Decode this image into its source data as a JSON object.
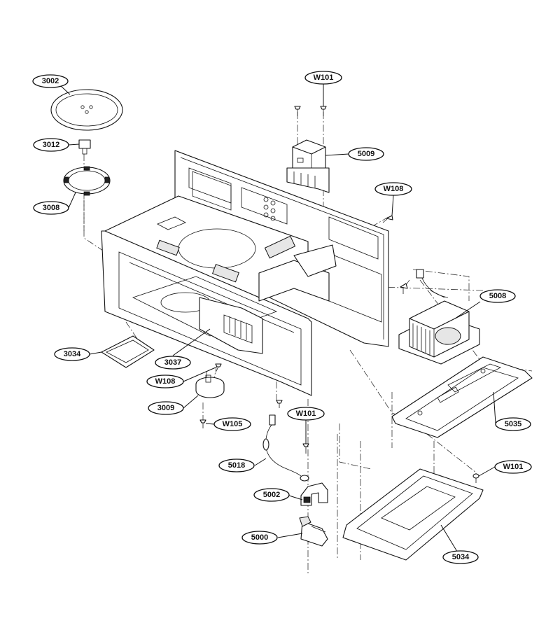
{
  "labels": [
    {
      "id": "3002",
      "text": "3002"
    },
    {
      "id": "3012",
      "text": "3012"
    },
    {
      "id": "3008",
      "text": "3008"
    },
    {
      "id": "W101-top",
      "text": "W101"
    },
    {
      "id": "5009",
      "text": "5009"
    },
    {
      "id": "W108-right",
      "text": "W108"
    },
    {
      "id": "5008",
      "text": "5008"
    },
    {
      "id": "3034",
      "text": "3034"
    },
    {
      "id": "3037",
      "text": "3037"
    },
    {
      "id": "W108-left",
      "text": "W108"
    },
    {
      "id": "3009",
      "text": "3009"
    },
    {
      "id": "W105",
      "text": "W105"
    },
    {
      "id": "W101-mid",
      "text": "W101"
    },
    {
      "id": "5018",
      "text": "5018"
    },
    {
      "id": "5035",
      "text": "5035"
    },
    {
      "id": "W101-right",
      "text": "W101"
    },
    {
      "id": "5002",
      "text": "5002"
    },
    {
      "id": "5000",
      "text": "5000"
    },
    {
      "id": "5034",
      "text": "5034"
    }
  ]
}
